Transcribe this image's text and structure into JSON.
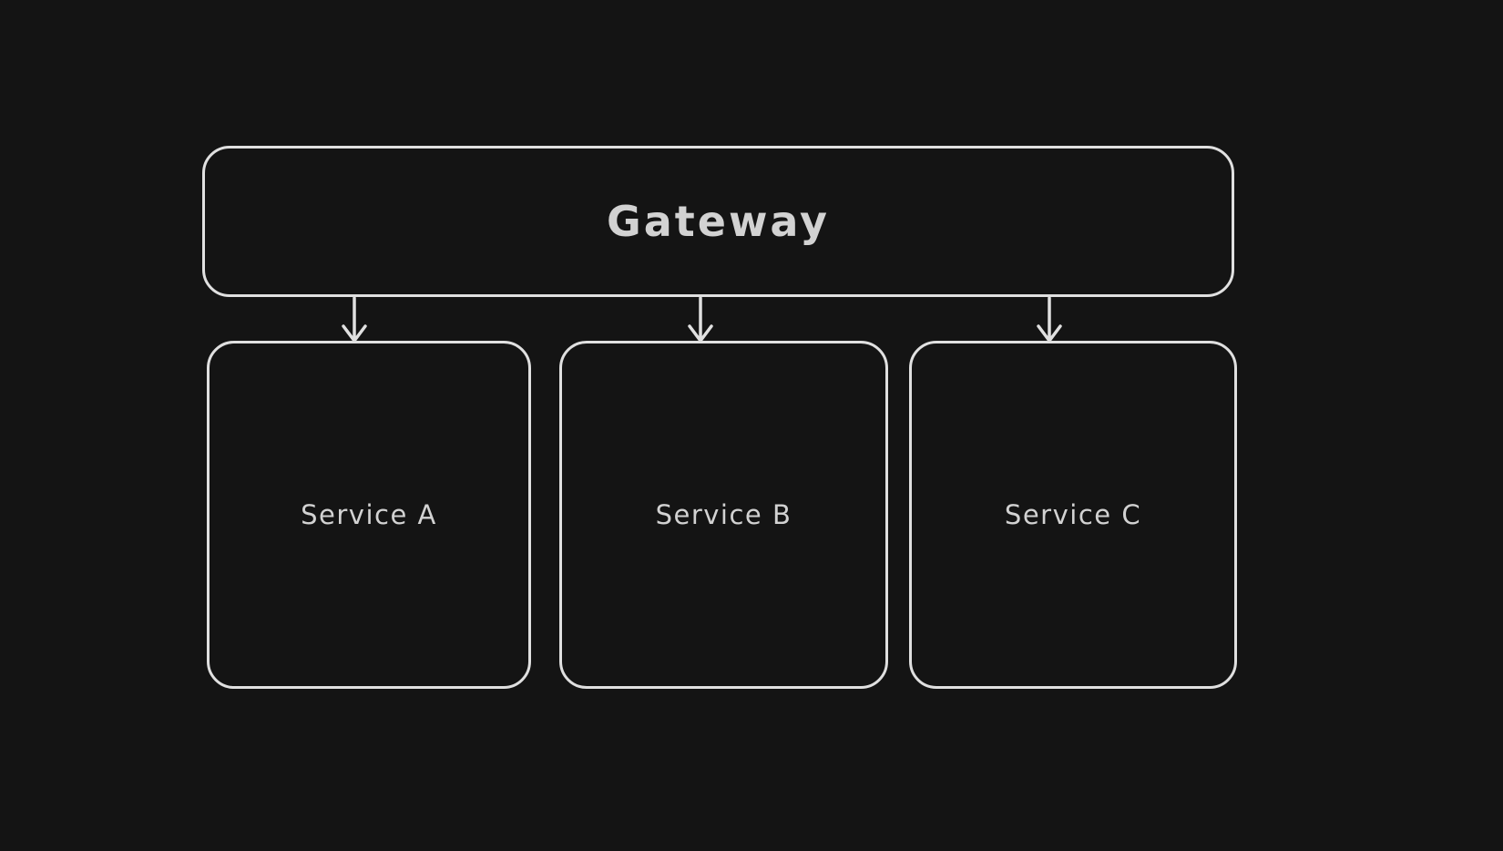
{
  "theme": {
    "background": "#141414",
    "stroke": "#e0e0e0",
    "text": "#d2d2d2"
  },
  "diagram": {
    "gateway": {
      "label": "Gateway"
    },
    "services": [
      {
        "label": "Service A"
      },
      {
        "label": "Service B"
      },
      {
        "label": "Service C"
      }
    ],
    "connections": [
      {
        "from": "Gateway",
        "to": "Service A",
        "style": "arrow-down"
      },
      {
        "from": "Gateway",
        "to": "Service B",
        "style": "arrow-down"
      },
      {
        "from": "Gateway",
        "to": "Service C",
        "style": "arrow-down"
      }
    ]
  }
}
